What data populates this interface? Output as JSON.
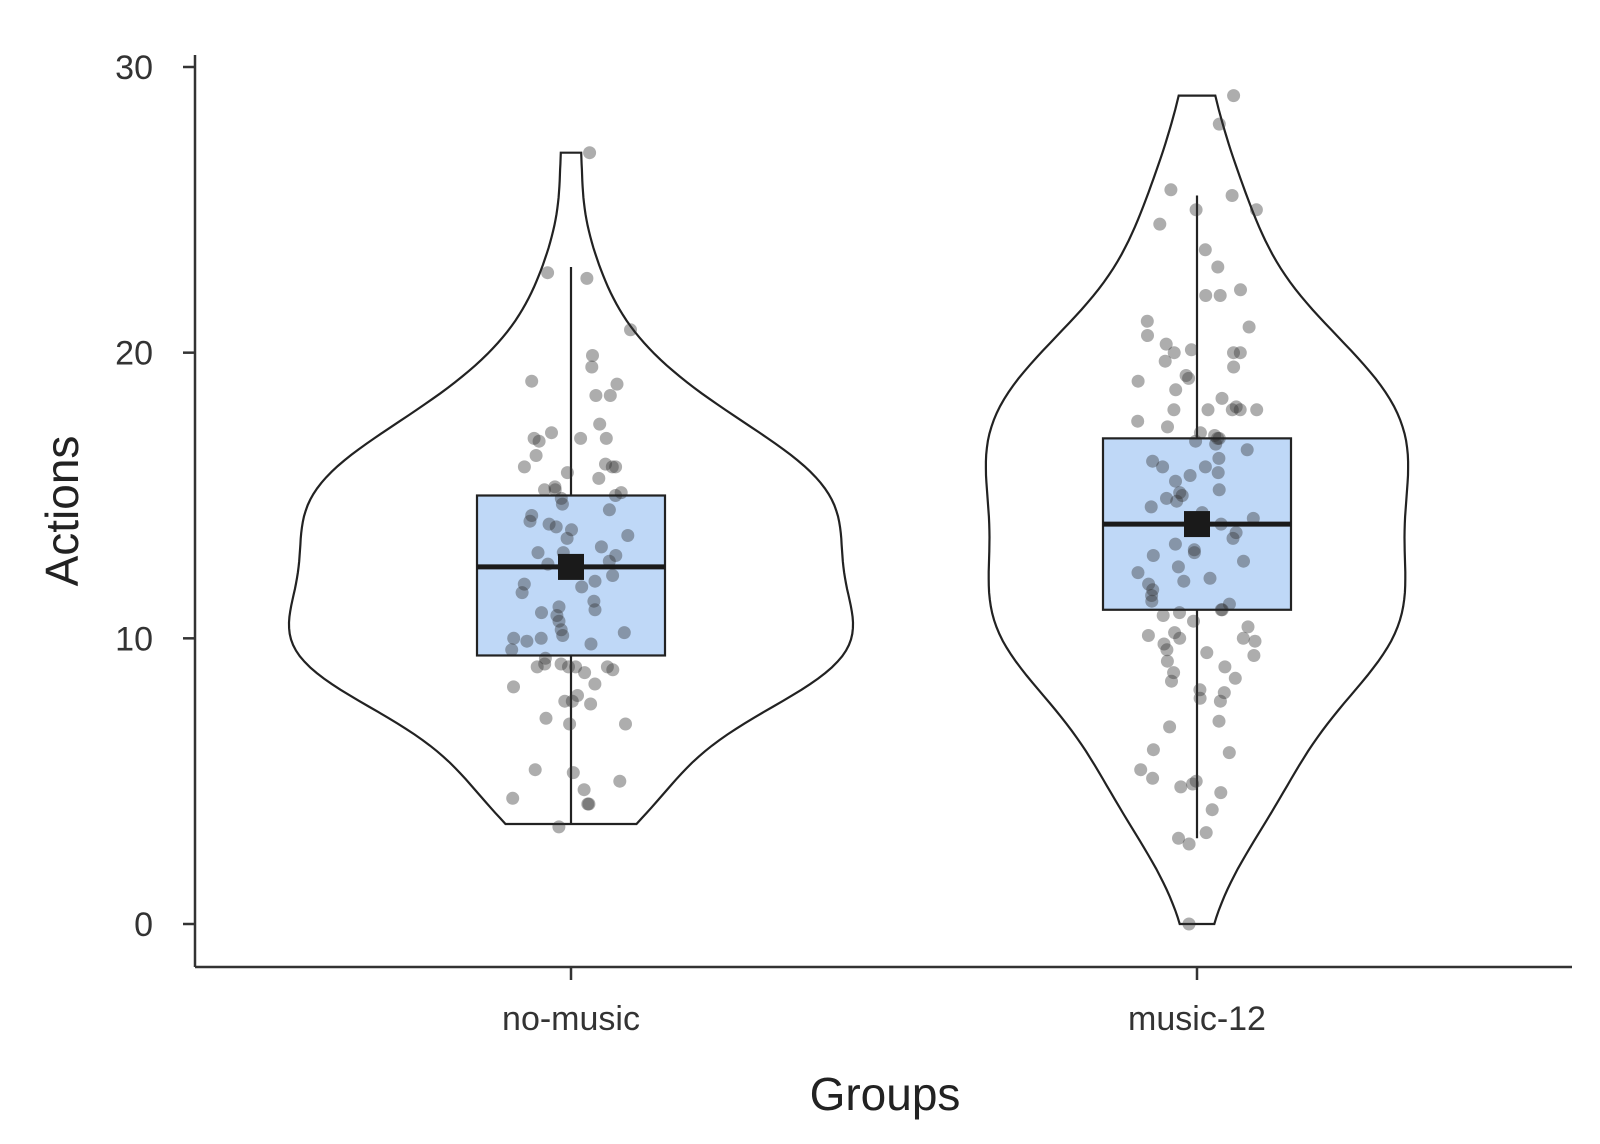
{
  "chart_data": {
    "type": "violin",
    "xlabel": "Groups",
    "ylabel": "Actions",
    "ylim": [
      0,
      30
    ],
    "y_ticks": [
      "0",
      "10",
      "20",
      "30"
    ],
    "categories": [
      "no-music",
      "music-12"
    ],
    "colors": {
      "box_fill": "#bfd8f7",
      "points": "#333333",
      "outline": "#222222"
    },
    "groups": [
      {
        "name": "no-music",
        "violin_range": [
          3.5,
          27
        ],
        "box": {
          "q1": 9.4,
          "median": 12.5,
          "q3": 15,
          "whisker_low": 3.5,
          "whisker_high": 23,
          "mean": 12.5
        },
        "points": [
          27,
          22.8,
          22.6,
          20.8,
          19.9,
          19.5,
          19,
          18.9,
          18.5,
          18.5,
          17.5,
          17.2,
          17,
          17,
          17,
          16.9,
          16.4,
          16.1,
          16,
          16,
          16,
          15.8,
          15.6,
          15.3,
          15.2,
          15.2,
          15.1,
          15,
          14.9,
          14.7,
          14.5,
          14.3,
          14.1,
          14,
          13.9,
          13.8,
          13.6,
          13.5,
          13.2,
          13,
          13,
          12.9,
          12.7,
          12.6,
          12.4,
          12.2,
          12,
          11.9,
          11.8,
          11.6,
          11.3,
          11.1,
          11,
          10.9,
          10.8,
          10.6,
          10.3,
          10.2,
          10.1,
          10,
          10,
          9.9,
          9.8,
          9.6,
          9.3,
          9.1,
          9.1,
          9,
          9,
          9,
          9,
          8.9,
          8.8,
          8.4,
          8.3,
          8,
          7.8,
          7.8,
          7.7,
          7.2,
          7,
          7,
          5.4,
          5.3,
          5,
          4.7,
          4.4,
          4.2,
          4.2,
          3.4
        ]
      },
      {
        "name": "music-12",
        "violin_range": [
          0,
          29
        ],
        "box": {
          "q1": 11,
          "median": 14,
          "q3": 17,
          "whisker_low": 3,
          "whisker_high": 25.5,
          "mean": 14
        },
        "points": [
          29,
          28,
          25.7,
          25.5,
          25,
          25,
          24.5,
          23.6,
          23,
          22.2,
          22,
          22,
          21.1,
          20.9,
          20.6,
          20.3,
          20.1,
          20,
          20,
          20,
          19.7,
          19.5,
          19.2,
          19.1,
          19,
          18.7,
          18.4,
          18.1,
          18,
          18,
          18,
          18,
          18,
          17.6,
          17.4,
          17.2,
          17.1,
          17,
          17,
          16.9,
          16.8,
          16.6,
          16.3,
          16.2,
          16,
          16,
          15.8,
          15.7,
          15.5,
          15.2,
          15.1,
          15,
          14.9,
          14.8,
          14.6,
          14.4,
          14.2,
          14,
          13.9,
          13.7,
          13.5,
          13.3,
          13.1,
          13,
          12.9,
          12.7,
          12.5,
          12.3,
          12.1,
          12,
          11.9,
          11.7,
          11.5,
          11.3,
          11.2,
          11,
          11,
          10.9,
          10.8,
          10.6,
          10.4,
          10.2,
          10.1,
          10,
          10,
          9.9,
          9.8,
          9.6,
          9.5,
          9.4,
          9.2,
          9,
          8.8,
          8.6,
          8.5,
          8.2,
          8.1,
          7.9,
          7.8,
          7.1,
          6.9,
          6.1,
          6,
          5.4,
          5.1,
          5,
          4.9,
          4.8,
          4.6,
          4,
          3.2,
          3,
          2.8,
          0
        ]
      }
    ]
  }
}
